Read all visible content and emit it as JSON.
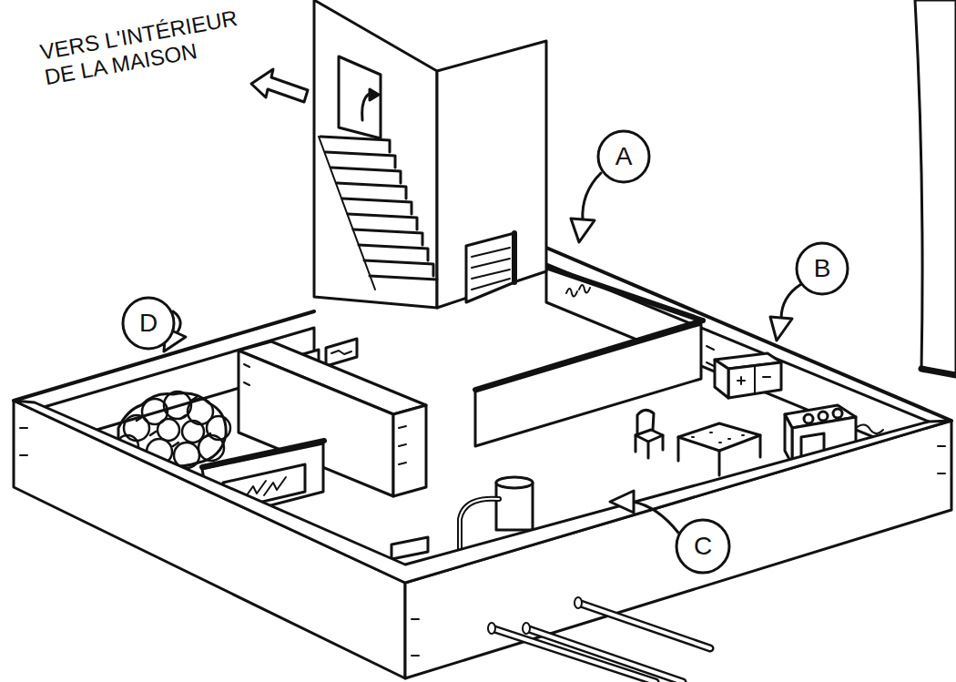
{
  "diagram": {
    "nodes": [
      {
        "text": [
          "A"
        ]
      },
      {
        "text": [
          "B"
        ]
      },
      {
        "text": [
          "D"
        ]
      },
      {
        "text": [
          "C"
        ]
      }
    ],
    "labels": [
      "VERS L'INTÉRIEUR DE LA MAISON"
    ]
  }
}
